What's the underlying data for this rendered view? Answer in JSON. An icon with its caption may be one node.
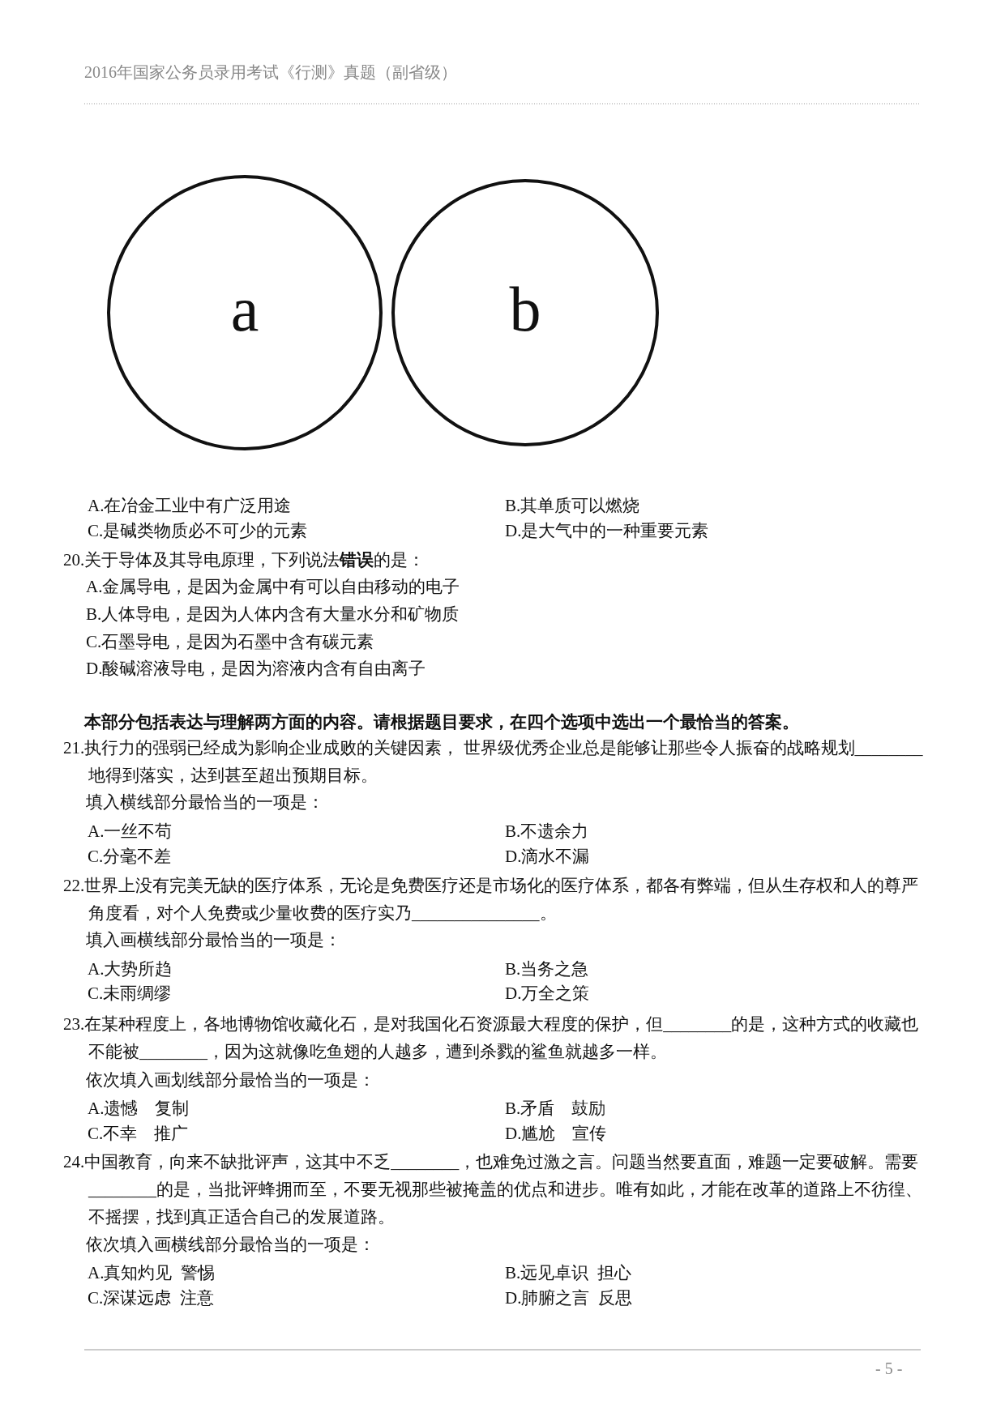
{
  "diagram": {
    "title": "2016年国家公务员录用考试《行测》真题（副省级）",
    "nodes": [
      {
        "text": [
          "a"
        ]
      },
      {
        "text": [
          "b"
        ]
      }
    ],
    "edges": [],
    "labels": [
      "A.在冶金工业中有广泛用途",
      "B.其单质可以燃烧",
      "C.是碱类物质必不可少的元素",
      "D.是大气中的一种重要元素",
      "20.关于导体及其导电原理，下列说法**错误**的是：",
      "A.金属导电，是因为金属中有可以自由移动的电子",
      "B.人体导电，是因为人体内含有大量水分和矿物质",
      "C.石墨导电，是因为石墨中含有碳元素",
      "D.酸碱溶液导电，是因为溶液内含有自由离子",
      "本部分包括表达与理解两方面的内容。请根据题目要求，在四个选项中选出一个最恰当的答案。",
      "21.执行力的强弱已经成为影响企业成败的关键因素， 世界级优秀企业总是能够让那些令人振奋的战略规划________地得到落实，达到甚至超出预期目标。",
      "填入横线部分最恰当的一项是：",
      "A.一丝不苟",
      "B.不遗余力",
      "C.分毫不差",
      "D.滴水不漏",
      "22.世界上没有完美无缺的医疗体系，无论是免费医疗还是市场化的医疗体系，都各有弊端，但从生存权和人的尊严角度看，对个人免费或少量收费的医疗实乃_______________。",
      "填入画横线部分最恰当的一项是：",
      "A.大势所趋",
      "B.当务之急",
      "C.未雨绸缪",
      "D.万全之策",
      "23.在某种程度上，各地博物馆收藏化石，是对我国化石资源最大程度的保护，但________的是，这种方式的收藏也不能被________，因为这就像吃鱼翅的人越多，遭到杀戮的鲨鱼就越多一样。",
      "依次填入画划线部分最恰当的一项是：",
      "A.遗憾    复制",
      "B.矛盾    鼓励",
      "C.不幸    推广",
      "D.尴尬    宣传",
      "24.中国教育，向来不缺批评声，这其中不乏________，也难免过激之言。问题当然要直面，难题一定要破解。需要________的是，当批评蜂拥而至，不要无视那些被掩盖的优点和进步。唯有如此，才能在改革的道路上不彷徨、不摇摆，找到真正适合自己的发展道路。",
      "依次填入画横线部分最恰当的一项是：",
      "A.真知灼见  警惕",
      "B.远见卓识  担心",
      "C.深谋远虑  注意",
      "D.肺腑之言  反思",
      "- 5 -"
    ]
  }
}
